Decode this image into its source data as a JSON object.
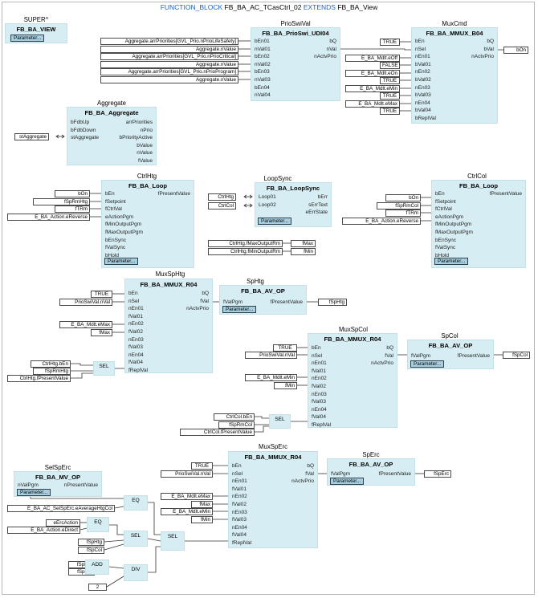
{
  "header": {
    "keyword": "FUNCTION_BLOCK",
    "name": "FB_BA_AC_TCasCtrl_02",
    "extends_kw": "EXTENDS",
    "base": "FB_BA_View"
  },
  "parameter_label": "Parameter...",
  "super": {
    "name": "SUPER^",
    "type": "FB_BA_VIEW"
  },
  "prioswival": {
    "name": "PrioSwiVal",
    "type": "FB_BA_PrioSwi_UDI04",
    "inputs": [
      "bEn01",
      "nVal01",
      "bEn02",
      "nVal02",
      "bEn03",
      "nVal03",
      "bEn04",
      "nVal04"
    ],
    "outputs": [
      "bQ",
      "nVal",
      "nActvPrio"
    ],
    "vars": [
      "Aggregate.arrPriorities[GVL_Prio.nPrioLifeSafety]",
      "Aggregate.nValue",
      "Aggregate.arrPriorities[GVL_Prio.nPrioCritical]",
      "Aggregate.nValue",
      "Aggregate.arrPriorities[GVL_Prio.nPrioProgram]",
      "Aggregate.nValue"
    ]
  },
  "muxcmd": {
    "name": "MuxCmd",
    "type": "FB_BA_MMUX_B04",
    "inputs": [
      "bEn",
      "nSel",
      "nEn01",
      "bVal01",
      "nEn02",
      "bVal02",
      "nEn03",
      "bVal03",
      "nEn04",
      "bVal04",
      "bReplVal"
    ],
    "outputs": [
      "bQ",
      "bVal",
      "nActvPrio"
    ],
    "vars": [
      "TRUE",
      "E_BA_Mdlt.eOff",
      "FALSE",
      "E_BA_Mdlt.eOn",
      "TRUE",
      "E_BA_Mdlt.eMin",
      "TRUE",
      "E_BA_Mdlt.eMax",
      "TRUE"
    ],
    "out_var": "bOn"
  },
  "aggregate": {
    "name": "Aggregate",
    "type": "FB_BA_Aggregate",
    "inputs": [
      "bFdbUp",
      "bFdbDown",
      "stAggregate"
    ],
    "outputs": [
      "arrPriorities",
      "nPrio",
      "bPriorityActive",
      "bValue",
      "nValue",
      "fValue"
    ],
    "var": "stAggregate"
  },
  "ctrlhtg": {
    "name": "CtrlHtg",
    "type": "FB_BA_Loop",
    "inputs": [
      "bEn",
      "fSetpoint",
      "fCtrlVal",
      "eActionPgm",
      "fMinOutputPgm",
      "fMaxOutputPgm",
      "bEnSync",
      "fValSync",
      "bHold"
    ],
    "outputs": [
      "fPresentValue"
    ],
    "vars": [
      "bOn",
      "fSpRmHtg",
      "fTRm",
      "E_BA_Action.eReverse"
    ]
  },
  "loopsync": {
    "name": "LoopSync",
    "type": "FB_BA_LoopSync",
    "inputs": [
      "Loop01",
      "Loop02"
    ],
    "outputs": [
      "bErr",
      "sErrText",
      "eErrState"
    ],
    "vars": [
      "CtrlHtg",
      "CtrlCol"
    ]
  },
  "maxouts": {
    "rows": [
      {
        "src": "CtrlHtg.fMaxOutputRm",
        "dst": "fMax"
      },
      {
        "src": "CtrlHtg.fMinOutputRm",
        "dst": "fMin"
      }
    ]
  },
  "ctrlcol": {
    "name": "CtrlCol",
    "type": "FB_BA_Loop",
    "inputs": [
      "bEn",
      "fSetpoint",
      "fCtrlVal",
      "eActionPgm",
      "fMinOutputPgm",
      "fMaxOutputPgm",
      "bEnSync",
      "fValSync",
      "bHold"
    ],
    "outputs": [
      "fPresentValue"
    ],
    "vars": [
      "bOn",
      "fSpRmCol",
      "fTRm",
      "E_BA_Action.eReverse"
    ]
  },
  "muxsphtg": {
    "name": "MuxSpHtg",
    "type": "FB_BA_MMUX_R04",
    "inputs": [
      "bEn",
      "nSel",
      "nEn01",
      "fVal01",
      "nEn02",
      "fVal02",
      "nEn03",
      "fVal03",
      "nEn04",
      "fVal04",
      "fReplVal"
    ],
    "outputs": [
      "bQ",
      "fVal",
      "nActvPrio"
    ],
    "vars": [
      "TRUE",
      "PrioSwiVal.nVal",
      "E_BA_Mdlt.eMax",
      "fMax"
    ],
    "sel_vars": [
      "CtrlHtg.bEn",
      "fSpRmHtg",
      "CtrlHtg.fPresentValue"
    ]
  },
  "sphtg": {
    "name": "SpHtg",
    "type": "FB_BA_AV_OP",
    "inputs": [
      "fValPgm"
    ],
    "outputs": [
      "fPresentValue"
    ],
    "out_var": "fSpHtg"
  },
  "muxspcol": {
    "name": "MuxSpCol",
    "type": "FB_BA_MMUX_R04",
    "inputs": [
      "bEn",
      "nSel",
      "nEn01",
      "fVal01",
      "nEn02",
      "fVal02",
      "nEn03",
      "fVal03",
      "nEn04",
      "fVal04",
      "fReplVal"
    ],
    "outputs": [
      "bQ",
      "fVal",
      "nActvPrio"
    ],
    "vars": [
      "TRUE",
      "PrioSwiVal.nVal",
      "E_BA_Mdlt.eMin",
      "fMin"
    ],
    "sel_vars": [
      "CtrlCol.bEn",
      "fSpRmCol",
      "CtrlCol.fPresentValue"
    ]
  },
  "spcol": {
    "name": "SpCol",
    "type": "FB_BA_AV_OP",
    "inputs": [
      "fValPgm"
    ],
    "outputs": [
      "fPresentValue"
    ],
    "out_var": "fSpCol"
  },
  "muxsperc": {
    "name": "MuxSpErc",
    "type": "FB_BA_MMUX_R04",
    "inputs": [
      "bEn",
      "nSel",
      "nEn01",
      "fVal01",
      "nEn02",
      "fVal02",
      "nEn03",
      "fVal03",
      "nEn04",
      "fVal04",
      "fReplVal"
    ],
    "outputs": [
      "bQ",
      "fVal",
      "nActvPrio"
    ],
    "vars": [
      "TRUE",
      "PrioSwiVal.nVal",
      "E_BA_Mdlt.eMax",
      "fMax",
      "E_BA_Mdlt.eMin",
      "fMin"
    ]
  },
  "sperc": {
    "name": "SpErc",
    "type": "FB_BA_AV_OP",
    "inputs": [
      "fValPgm"
    ],
    "outputs": [
      "fPresentValue"
    ],
    "out_var": "fSpErc"
  },
  "selsperc": {
    "name": "SelSpErc",
    "type": "FB_BA_MV_OP",
    "inputs": [
      "nValPgm"
    ],
    "outputs": [
      "nPresentValue"
    ],
    "vars": [
      "E_BA_AC_SelSpErc.eAverageHtgCol",
      "eErcAction",
      "E_BA_Action.eDirect",
      "fSpHtg",
      "fSpCol",
      "fSpHtg",
      "fSpCol",
      "2"
    ]
  },
  "ops": {
    "eq": "EQ",
    "sel": "SEL",
    "add": "ADD",
    "div": "DIV"
  }
}
